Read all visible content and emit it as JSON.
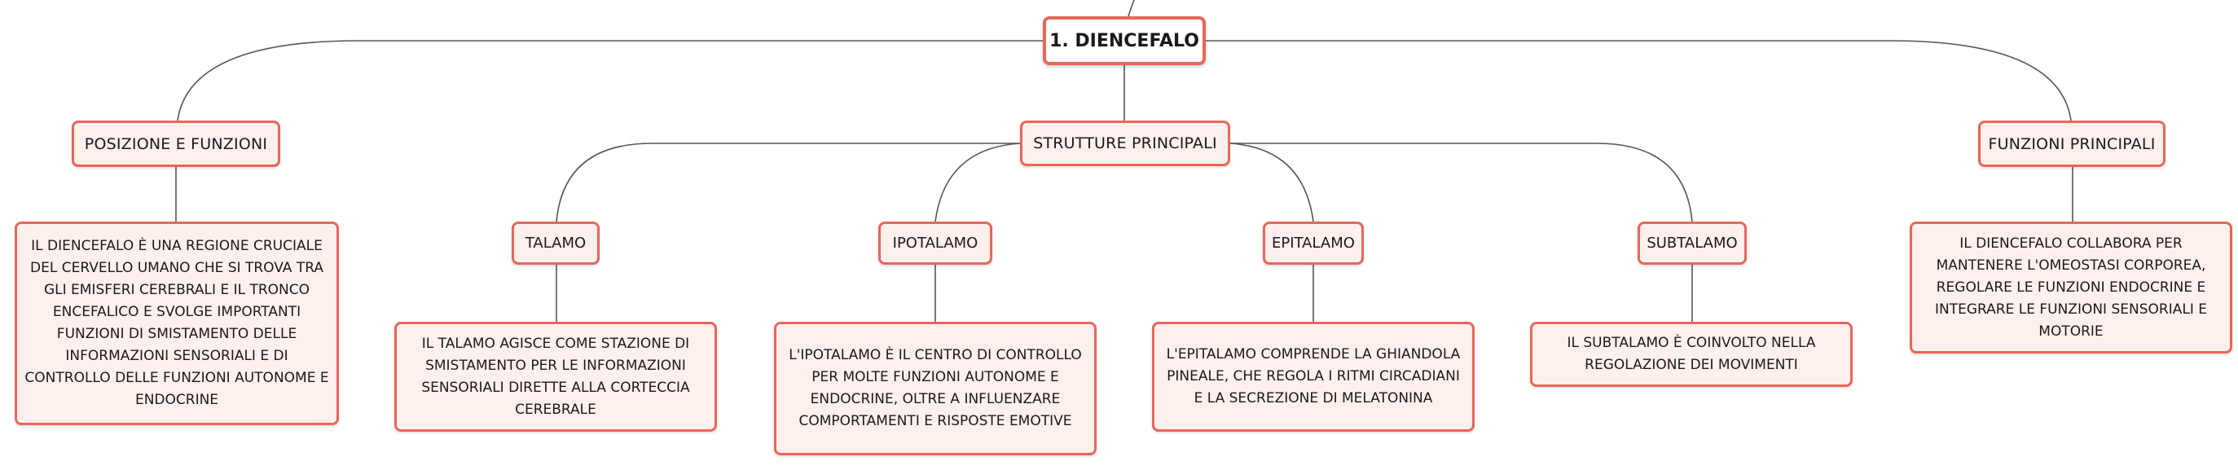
{
  "colors": {
    "border": "#e8675a",
    "fill": "#fdf0ed",
    "line": "#555555"
  },
  "root": {
    "label": "1. DIENCEFALO"
  },
  "branches": {
    "posizione": {
      "label": "POSIZIONE E FUNZIONI",
      "text": "IL DIENCEFALO È UNA REGIONE CRUCIALE DEL CERVELLO UMANO CHE SI TROVA TRA GLI EMISFERI CEREBRALI E IL TRONCO ENCEFALICO E SVOLGE IMPORTANTI FUNZIONI DI SMISTAMENTO DELLE INFORMAZIONI SENSORIALI E DI CONTROLLO DELLE FUNZIONI AUTONOME E ENDOCRINE"
    },
    "strutture": {
      "label": "STRUTTURE PRINCIPALI",
      "talamo": {
        "label": "TALAMO",
        "text": "IL TALAMO AGISCE COME STAZIONE DI SMISTAMENTO PER LE INFORMAZIONI SENSORIALI DIRETTE ALLA CORTECCIA CEREBRALE"
      },
      "ipotalamo": {
        "label": "IPOTALAMO",
        "text": "L'IPOTALAMO È IL CENTRO DI CONTROLLO PER MOLTE FUNZIONI AUTONOME E ENDOCRINE, OLTRE A INFLUENZARE COMPORTAMENTI E RISPOSTE EMOTIVE"
      },
      "epitalamo": {
        "label": "EPITALAMO",
        "text": "L'EPITALAMO COMPRENDE LA GHIANDOLA PINEALE, CHE REGOLA I RITMI CIRCADIANI E LA SECREZIONE DI MELATONINA"
      },
      "subtalamo": {
        "label": "SUBTALAMO",
        "text": "IL SUBTALAMO È COINVOLTO NELLA REGOLAZIONE DEI MOVIMENTI"
      }
    },
    "funzioni": {
      "label": "FUNZIONI PRINCIPALI",
      "text": "IL DIENCEFALO COLLABORA PER MANTENERE L'OMEOSTASI CORPOREA, REGOLARE LE FUNZIONI ENDOCRINE E INTEGRARE LE FUNZIONI SENSORIALI E MOTORIE"
    }
  }
}
